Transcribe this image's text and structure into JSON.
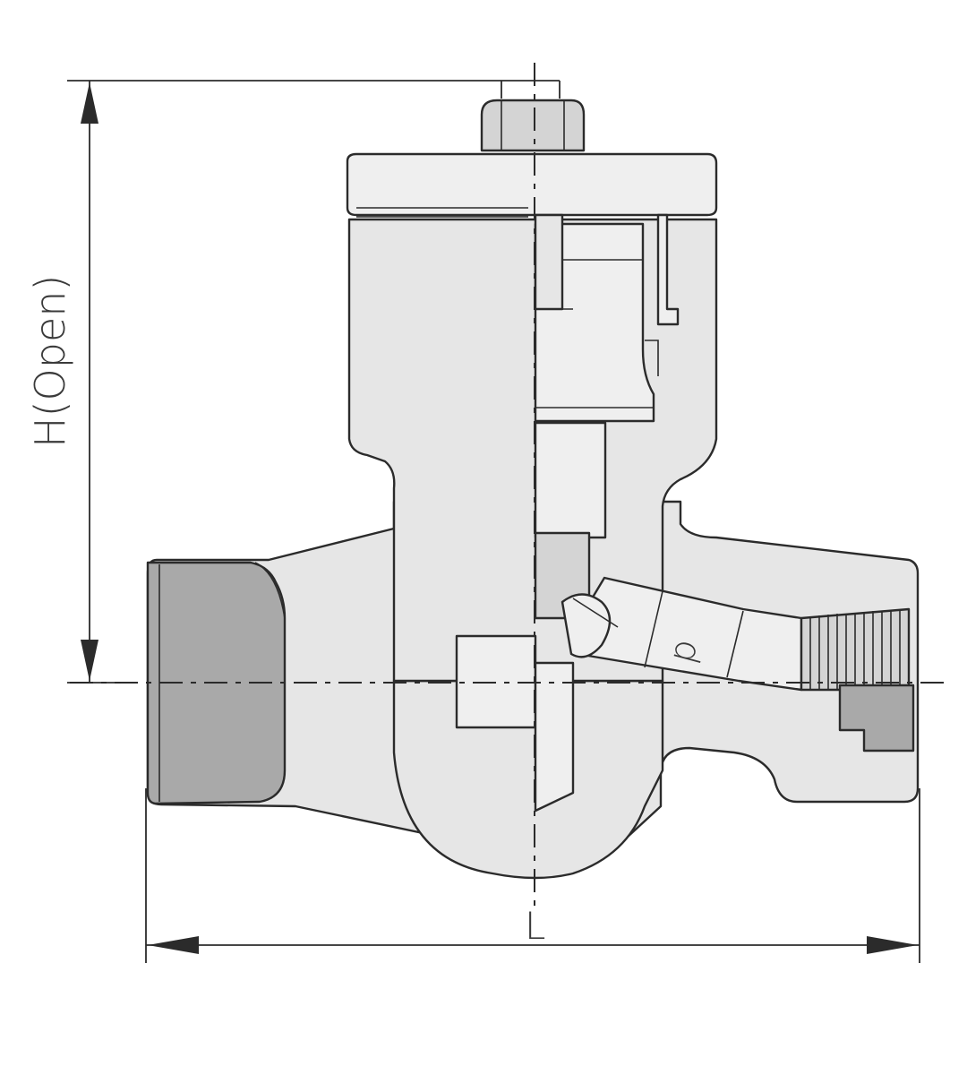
{
  "diagram": {
    "dimensions": {
      "height_label": "H(Open)",
      "length_label": "L",
      "bore_label": "d"
    },
    "colors": {
      "line": "#2b2b2b",
      "body": "#e6e6e6",
      "shadow": "#a9a9a9",
      "background": "#ffffff"
    }
  }
}
